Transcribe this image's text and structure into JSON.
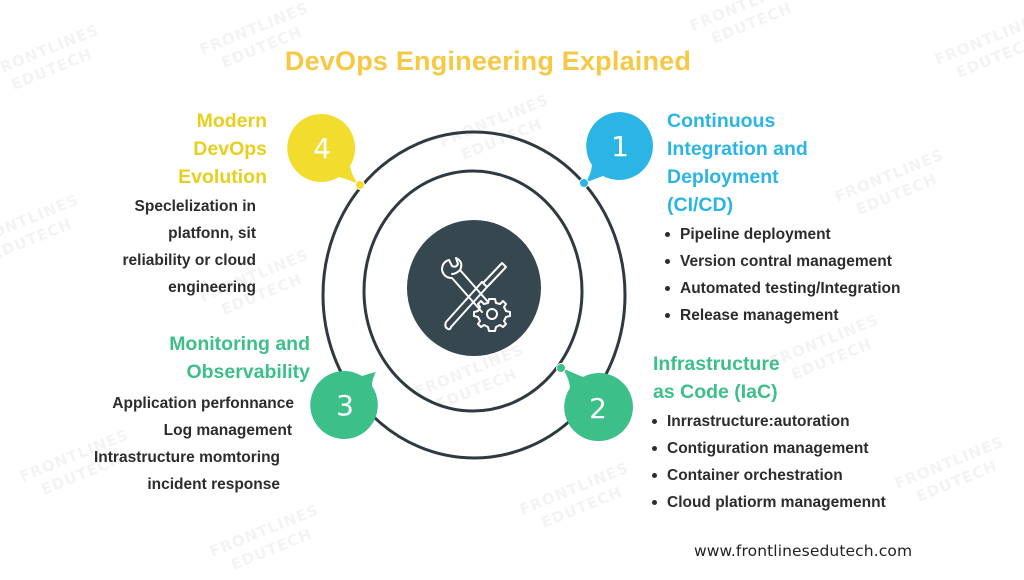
{
  "title": "DevOps Engineering Explained",
  "watermark": {
    "line1": "FRONTLINES",
    "line2": "EDUTECH"
  },
  "colors": {
    "title": "#f7c844",
    "yellow": "#f2dd2e",
    "blue": "#2bb5e5",
    "green": "#3dbf89",
    "dark_center": "#37474f",
    "ring": "#2f3a40",
    "body_text": "#2c2c2c"
  },
  "center": {
    "icon": "wrench-screwdriver-gear-icon"
  },
  "steps": [
    {
      "number": "1",
      "color": "blue",
      "heading_lines": [
        "Continuous",
        "Integration and",
        "Deployment",
        "(CI/CD)"
      ],
      "items": [
        "Pipeline deployment",
        "Version contral management",
        "Automated testing/Integration",
        "Release management"
      ]
    },
    {
      "number": "2",
      "color": "green",
      "heading_lines": [
        "Infrastructure",
        "as Code (IaC)"
      ],
      "items": [
        "Inrrastructure:autoration",
        "Contiguration management",
        "Container orchestration",
        "Cloud platiorm managemennt"
      ]
    },
    {
      "number": "3",
      "color": "green",
      "heading_lines": [
        "Monitoring and",
        "Observability"
      ],
      "items": [
        "Application perfonnance",
        "Log management",
        "Intrastructure momtoring",
        "incident response"
      ]
    },
    {
      "number": "4",
      "color": "yellow",
      "heading_lines": [
        "Modern",
        "DevOps",
        "Evolution"
      ],
      "description_lines": [
        "Speclelization in",
        "platfonn, sit",
        "reliability or cloud",
        "engineering"
      ]
    }
  ],
  "footer": {
    "url": "www.frontlinesedutech.com"
  }
}
